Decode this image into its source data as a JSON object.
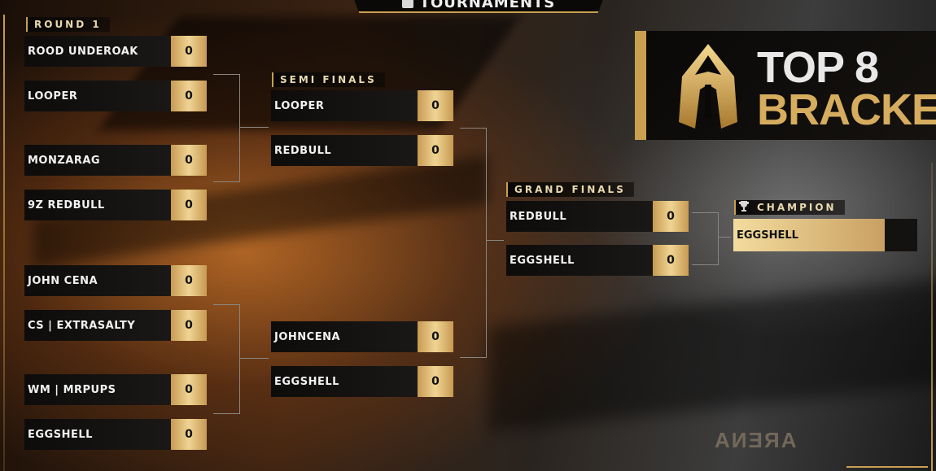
{
  "header": {
    "title": "TOURNAMENTS"
  },
  "rounds": {
    "round1": "ROUND 1",
    "semi": "SEMI FINALS",
    "grand": "GRAND FINALS",
    "champion": "CHAMPION"
  },
  "round1": [
    {
      "name": "ROOD UNDEROAK",
      "score": "0"
    },
    {
      "name": "LOOPER",
      "score": "0"
    },
    {
      "name": "MONZARAG",
      "score": "0"
    },
    {
      "name": "9Z REDBULL",
      "score": "0"
    },
    {
      "name": "JOHN CENA",
      "score": "0"
    },
    {
      "name": "CS | EXTRASALTY",
      "score": "0"
    },
    {
      "name": "WM | MRPUPS",
      "score": "0"
    },
    {
      "name": "EGGSHELL",
      "score": "0"
    }
  ],
  "semis": [
    {
      "name": "LOOPER",
      "score": "0"
    },
    {
      "name": "REDBULL",
      "score": "0"
    },
    {
      "name": "JOHNCENA",
      "score": "0"
    },
    {
      "name": "EGGSHELL",
      "score": "0"
    }
  ],
  "grand": [
    {
      "name": "REDBULL",
      "score": "0"
    },
    {
      "name": "EGGSHELL",
      "score": "0"
    }
  ],
  "champion": {
    "name": "EGGSHELL"
  },
  "logo": {
    "line1": "TOP 8",
    "line2": "BRACKET"
  },
  "brand": {
    "watermark": "ARENA"
  },
  "colors": {
    "gold": "#c8a050",
    "score_gold": "#f0d494",
    "dark": "#0e0c0b"
  }
}
